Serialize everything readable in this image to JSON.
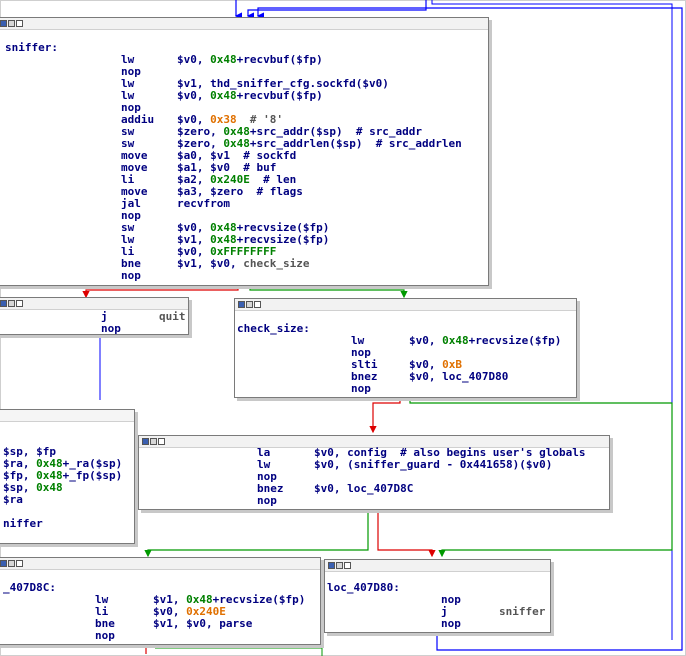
{
  "colors": {
    "edge_blue": "#0000ff",
    "edge_green": "#009900",
    "edge_red": "#dd0000",
    "node_border": "#7a7a7a"
  },
  "icons": [
    "graph-node-icon-a",
    "graph-node-icon-b",
    "graph-node-icon-c"
  ],
  "nodes": {
    "sniffer": {
      "label": "sniffer:",
      "lines": [
        {
          "mn": "lw",
          "ops": [
            {
              "t": "$v0, ",
              "c": "op"
            },
            {
              "t": "0x48",
              "c": "num"
            },
            {
              "t": "+recvbuf($fp)",
              "c": "op"
            }
          ]
        },
        {
          "mn": "nop",
          "ops": []
        },
        {
          "mn": "lw",
          "ops": [
            {
              "t": "$v1, thd_sniffer_cfg.sockfd($v0)",
              "c": "op"
            }
          ]
        },
        {
          "mn": "lw",
          "ops": [
            {
              "t": "$v0, ",
              "c": "op"
            },
            {
              "t": "0x48",
              "c": "num"
            },
            {
              "t": "+recvbuf($fp)",
              "c": "op"
            }
          ]
        },
        {
          "mn": "nop",
          "ops": []
        },
        {
          "mn": "addiu",
          "ops": [
            {
              "t": "$v0, ",
              "c": "op"
            },
            {
              "t": "0x38",
              "c": "hex"
            },
            {
              "t": "  # '8'",
              "c": "grey"
            }
          ]
        },
        {
          "mn": "sw",
          "ops": [
            {
              "t": "$zero, ",
              "c": "op"
            },
            {
              "t": "0x48",
              "c": "num"
            },
            {
              "t": "+src_addr($sp)  # src_addr",
              "c": "op"
            }
          ]
        },
        {
          "mn": "sw",
          "ops": [
            {
              "t": "$zero, ",
              "c": "op"
            },
            {
              "t": "0x48",
              "c": "num"
            },
            {
              "t": "+src_addrlen($sp)  # src_addrlen",
              "c": "op"
            }
          ]
        },
        {
          "mn": "move",
          "ops": [
            {
              "t": "$a0, $v1  # sockfd",
              "c": "op"
            }
          ]
        },
        {
          "mn": "move",
          "ops": [
            {
              "t": "$a1, $v0  # buf",
              "c": "op"
            }
          ]
        },
        {
          "mn": "li",
          "ops": [
            {
              "t": "$a2, ",
              "c": "op"
            },
            {
              "t": "0x240E",
              "c": "num"
            },
            {
              "t": "  # len",
              "c": "op"
            }
          ]
        },
        {
          "mn": "move",
          "ops": [
            {
              "t": "$a3, $zero  # flags",
              "c": "op"
            }
          ]
        },
        {
          "mn": "jal",
          "ops": [
            {
              "t": "recvfrom",
              "c": "op"
            }
          ]
        },
        {
          "mn": "nop",
          "ops": []
        },
        {
          "mn": "sw",
          "ops": [
            {
              "t": "$v0, ",
              "c": "op"
            },
            {
              "t": "0x48",
              "c": "num"
            },
            {
              "t": "+recvsize($fp)",
              "c": "op"
            }
          ]
        },
        {
          "mn": "lw",
          "ops": [
            {
              "t": "$v1, ",
              "c": "op"
            },
            {
              "t": "0x48",
              "c": "num"
            },
            {
              "t": "+recvsize($fp)",
              "c": "op"
            }
          ]
        },
        {
          "mn": "li",
          "ops": [
            {
              "t": "$v0, ",
              "c": "op"
            },
            {
              "t": "0xFFFFFFFF",
              "c": "num"
            }
          ]
        },
        {
          "mn": "bne",
          "ops": [
            {
              "t": "$v1, $v0, ",
              "c": "op"
            },
            {
              "t": "check_size",
              "c": "grey"
            }
          ]
        },
        {
          "mn": "nop",
          "ops": []
        }
      ]
    },
    "quit_block": {
      "lines": [
        {
          "mn": "j",
          "ops": [
            {
              "t": "quit",
              "c": "grey"
            }
          ]
        },
        {
          "mn": "nop",
          "ops": []
        }
      ]
    },
    "check_size": {
      "label": "check_size:",
      "lines": [
        {
          "mn": "lw",
          "ops": [
            {
              "t": "$v0, ",
              "c": "op"
            },
            {
              "t": "0x48",
              "c": "num"
            },
            {
              "t": "+recvsize($fp)",
              "c": "op"
            }
          ]
        },
        {
          "mn": "nop",
          "ops": []
        },
        {
          "mn": "slti",
          "ops": [
            {
              "t": "$v0, ",
              "c": "op"
            },
            {
              "t": "0xB",
              "c": "hex"
            }
          ]
        },
        {
          "mn": "bnez",
          "ops": [
            {
              "t": "$v0, loc_407D80",
              "c": "op"
            }
          ]
        },
        {
          "mn": "nop",
          "ops": []
        }
      ]
    },
    "epilogue": {
      "lines": [
        {
          "t": "$sp, $fp"
        },
        {
          "t": "$ra, 0x48+_ra($sp)"
        },
        {
          "t": "$fp, 0x48+_fp($sp)"
        },
        {
          "t": "$sp, 0x48"
        },
        {
          "t": "$ra"
        },
        {
          "t": ""
        },
        {
          "t": "niffer"
        }
      ]
    },
    "config_block": {
      "lines": [
        {
          "mn": "la",
          "ops": [
            {
              "t": "$v0, config  # also begins user's globals",
              "c": "op"
            }
          ]
        },
        {
          "mn": "lw",
          "ops": [
            {
              "t": "$v0, (sniffer_guard - 0x441658)($v0)",
              "c": "op"
            }
          ]
        },
        {
          "mn": "nop",
          "ops": []
        },
        {
          "mn": "bnez",
          "ops": [
            {
              "t": "$v0, loc_407D8C",
              "c": "op"
            }
          ]
        },
        {
          "mn": "nop",
          "ops": []
        }
      ]
    },
    "loc_407D8C": {
      "label": "_407D8C:",
      "lines": [
        {
          "mn": "lw",
          "ops": [
            {
              "t": "$v1, ",
              "c": "op"
            },
            {
              "t": "0x48",
              "c": "num"
            },
            {
              "t": "+recvsize($fp)",
              "c": "op"
            }
          ]
        },
        {
          "mn": "li",
          "ops": [
            {
              "t": "$v0, ",
              "c": "op"
            },
            {
              "t": "0x240E",
              "c": "hex"
            }
          ]
        },
        {
          "mn": "bne",
          "ops": [
            {
              "t": "$v1, $v0, parse",
              "c": "op"
            }
          ]
        },
        {
          "mn": "nop",
          "ops": []
        }
      ]
    },
    "loc_407D80": {
      "label": "loc_407D80:",
      "lines": [
        {
          "mn": "nop",
          "ops": []
        },
        {
          "mn": "j",
          "ops": [
            {
              "t": "sniffer",
              "c": "grey"
            }
          ]
        },
        {
          "mn": "nop",
          "ops": []
        }
      ]
    }
  }
}
